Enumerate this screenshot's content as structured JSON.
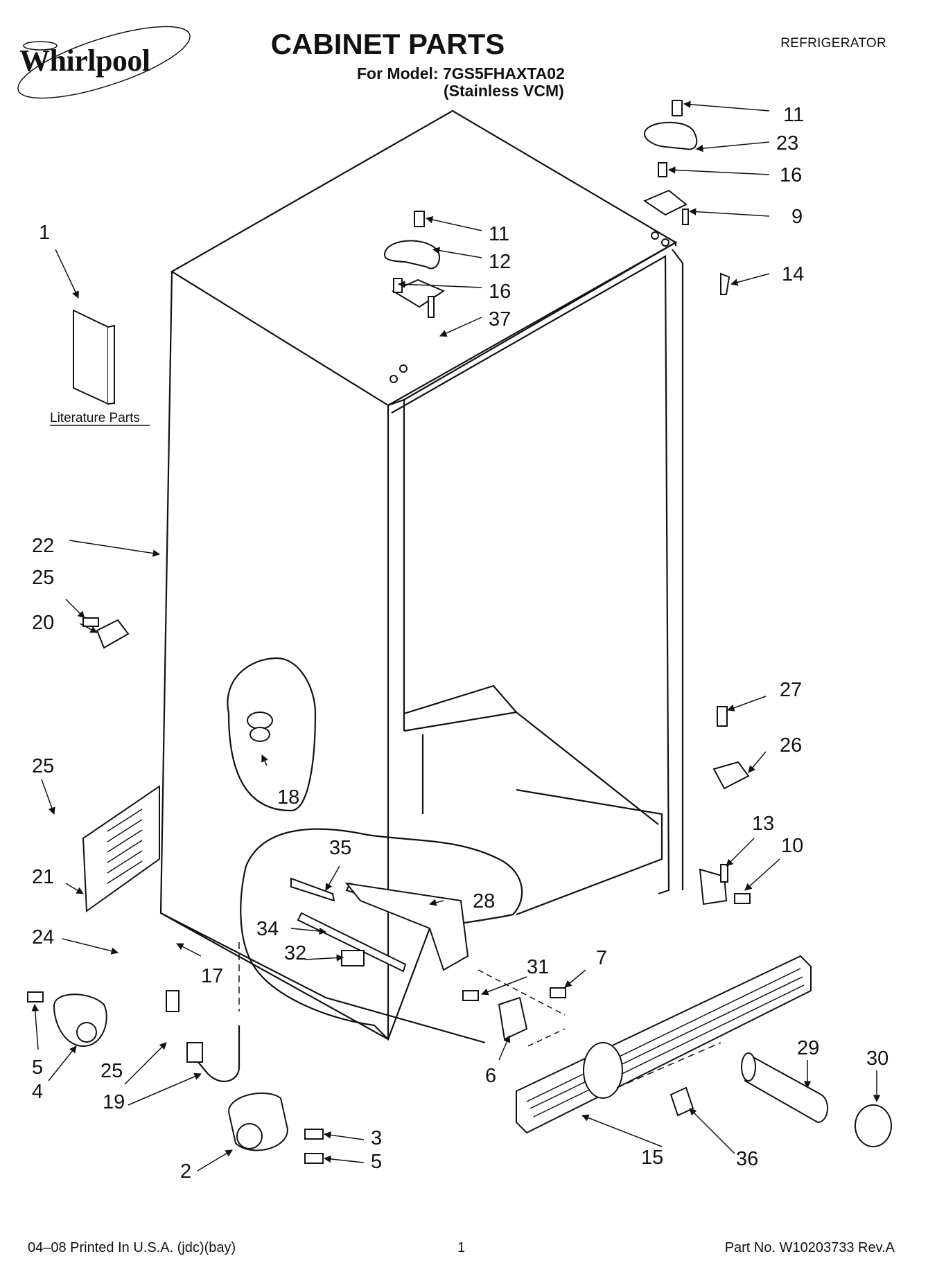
{
  "header": {
    "brand": "Whirlpool",
    "title": "CABINET PARTS",
    "model": "For Model: 7GS5FHAXTA02",
    "variant": "(Stainless VCM)",
    "category": "REFRIGERATOR"
  },
  "literature_label": "Literature Parts",
  "callouts": [
    "1",
    "2",
    "3",
    "4",
    "5",
    "5",
    "6",
    "7",
    "9",
    "10",
    "11",
    "11",
    "12",
    "13",
    "14",
    "15",
    "16",
    "16",
    "17",
    "18",
    "19",
    "20",
    "21",
    "22",
    "23",
    "24",
    "25",
    "25",
    "25",
    "26",
    "27",
    "28",
    "29",
    "30",
    "31",
    "32",
    "34",
    "35",
    "36",
    "37"
  ],
  "footer": {
    "left": "04–08 Printed In U.S.A. (jdc)(bay)",
    "center": "1",
    "right": "Part No. W10203733 Rev.A"
  }
}
